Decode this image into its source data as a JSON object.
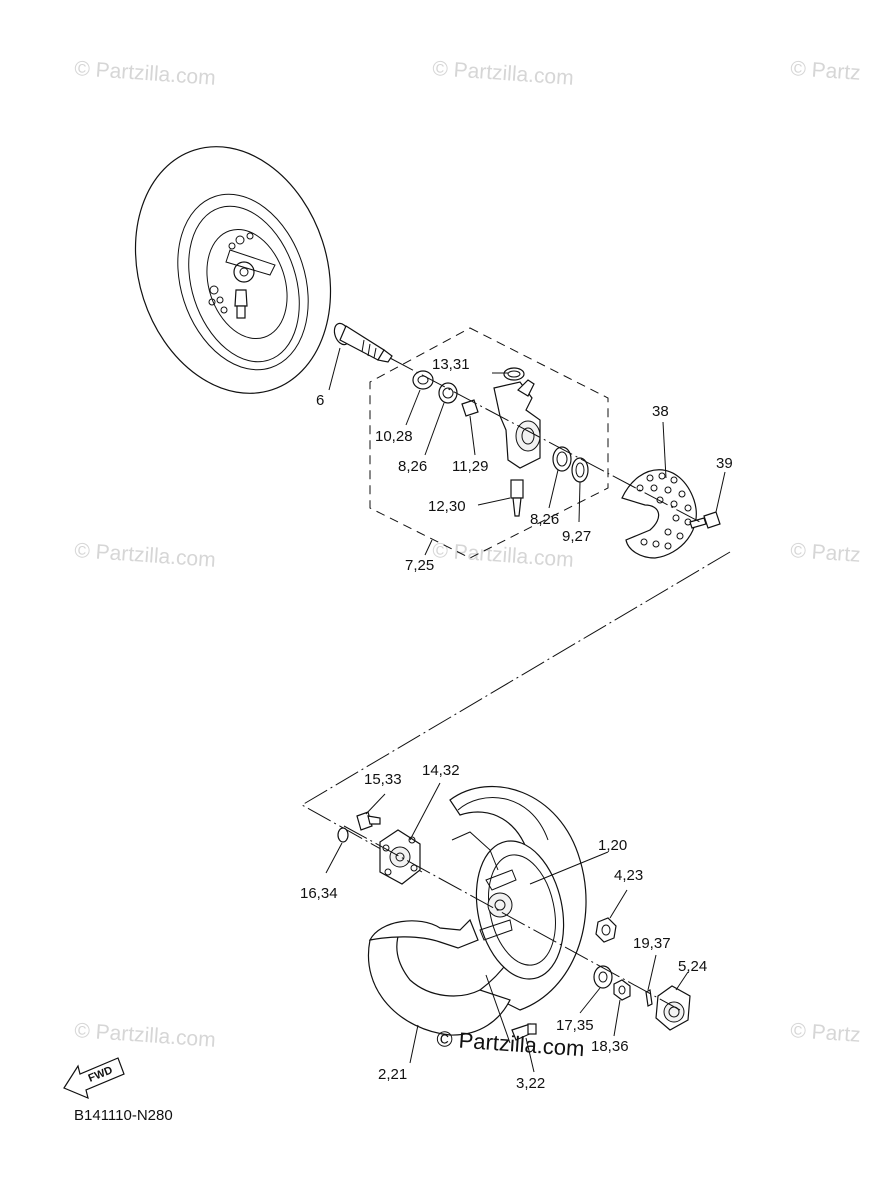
{
  "watermarks": [
    "© Partzilla.com",
    "© Partzilla.com",
    "© Partz",
    "© Partzilla.com",
    "© Partzilla.com",
    "© Partz",
    "© Partzilla.com",
    "© Partz"
  ],
  "main_watermark": "© Partzilla.com",
  "fwd_label": "FWD",
  "diagram_code": "B141110-N280",
  "callouts": {
    "p6": "6",
    "p13_31": "13,31",
    "p10_28": "10,28",
    "p8_26_a": "8,26",
    "p11_29": "11,29",
    "p38": "38",
    "p39": "39",
    "p12_30": "12,30",
    "p8_26_b": "8,26",
    "p9_27": "9,27",
    "p7_25": "7,25",
    "p15_33": "15,33",
    "p14_32": "14,32",
    "p1_20": "1,20",
    "p4_23": "4,23",
    "p16_34": "16,34",
    "p19_37": "19,37",
    "p5_24": "5,24",
    "p17_35": "17,35",
    "p18_36": "18,36",
    "p2_21": "2,21",
    "p3_22": "3,22"
  },
  "colors": {
    "line": "#111111",
    "watermark": "#d6d6d6",
    "background": "#ffffff"
  }
}
